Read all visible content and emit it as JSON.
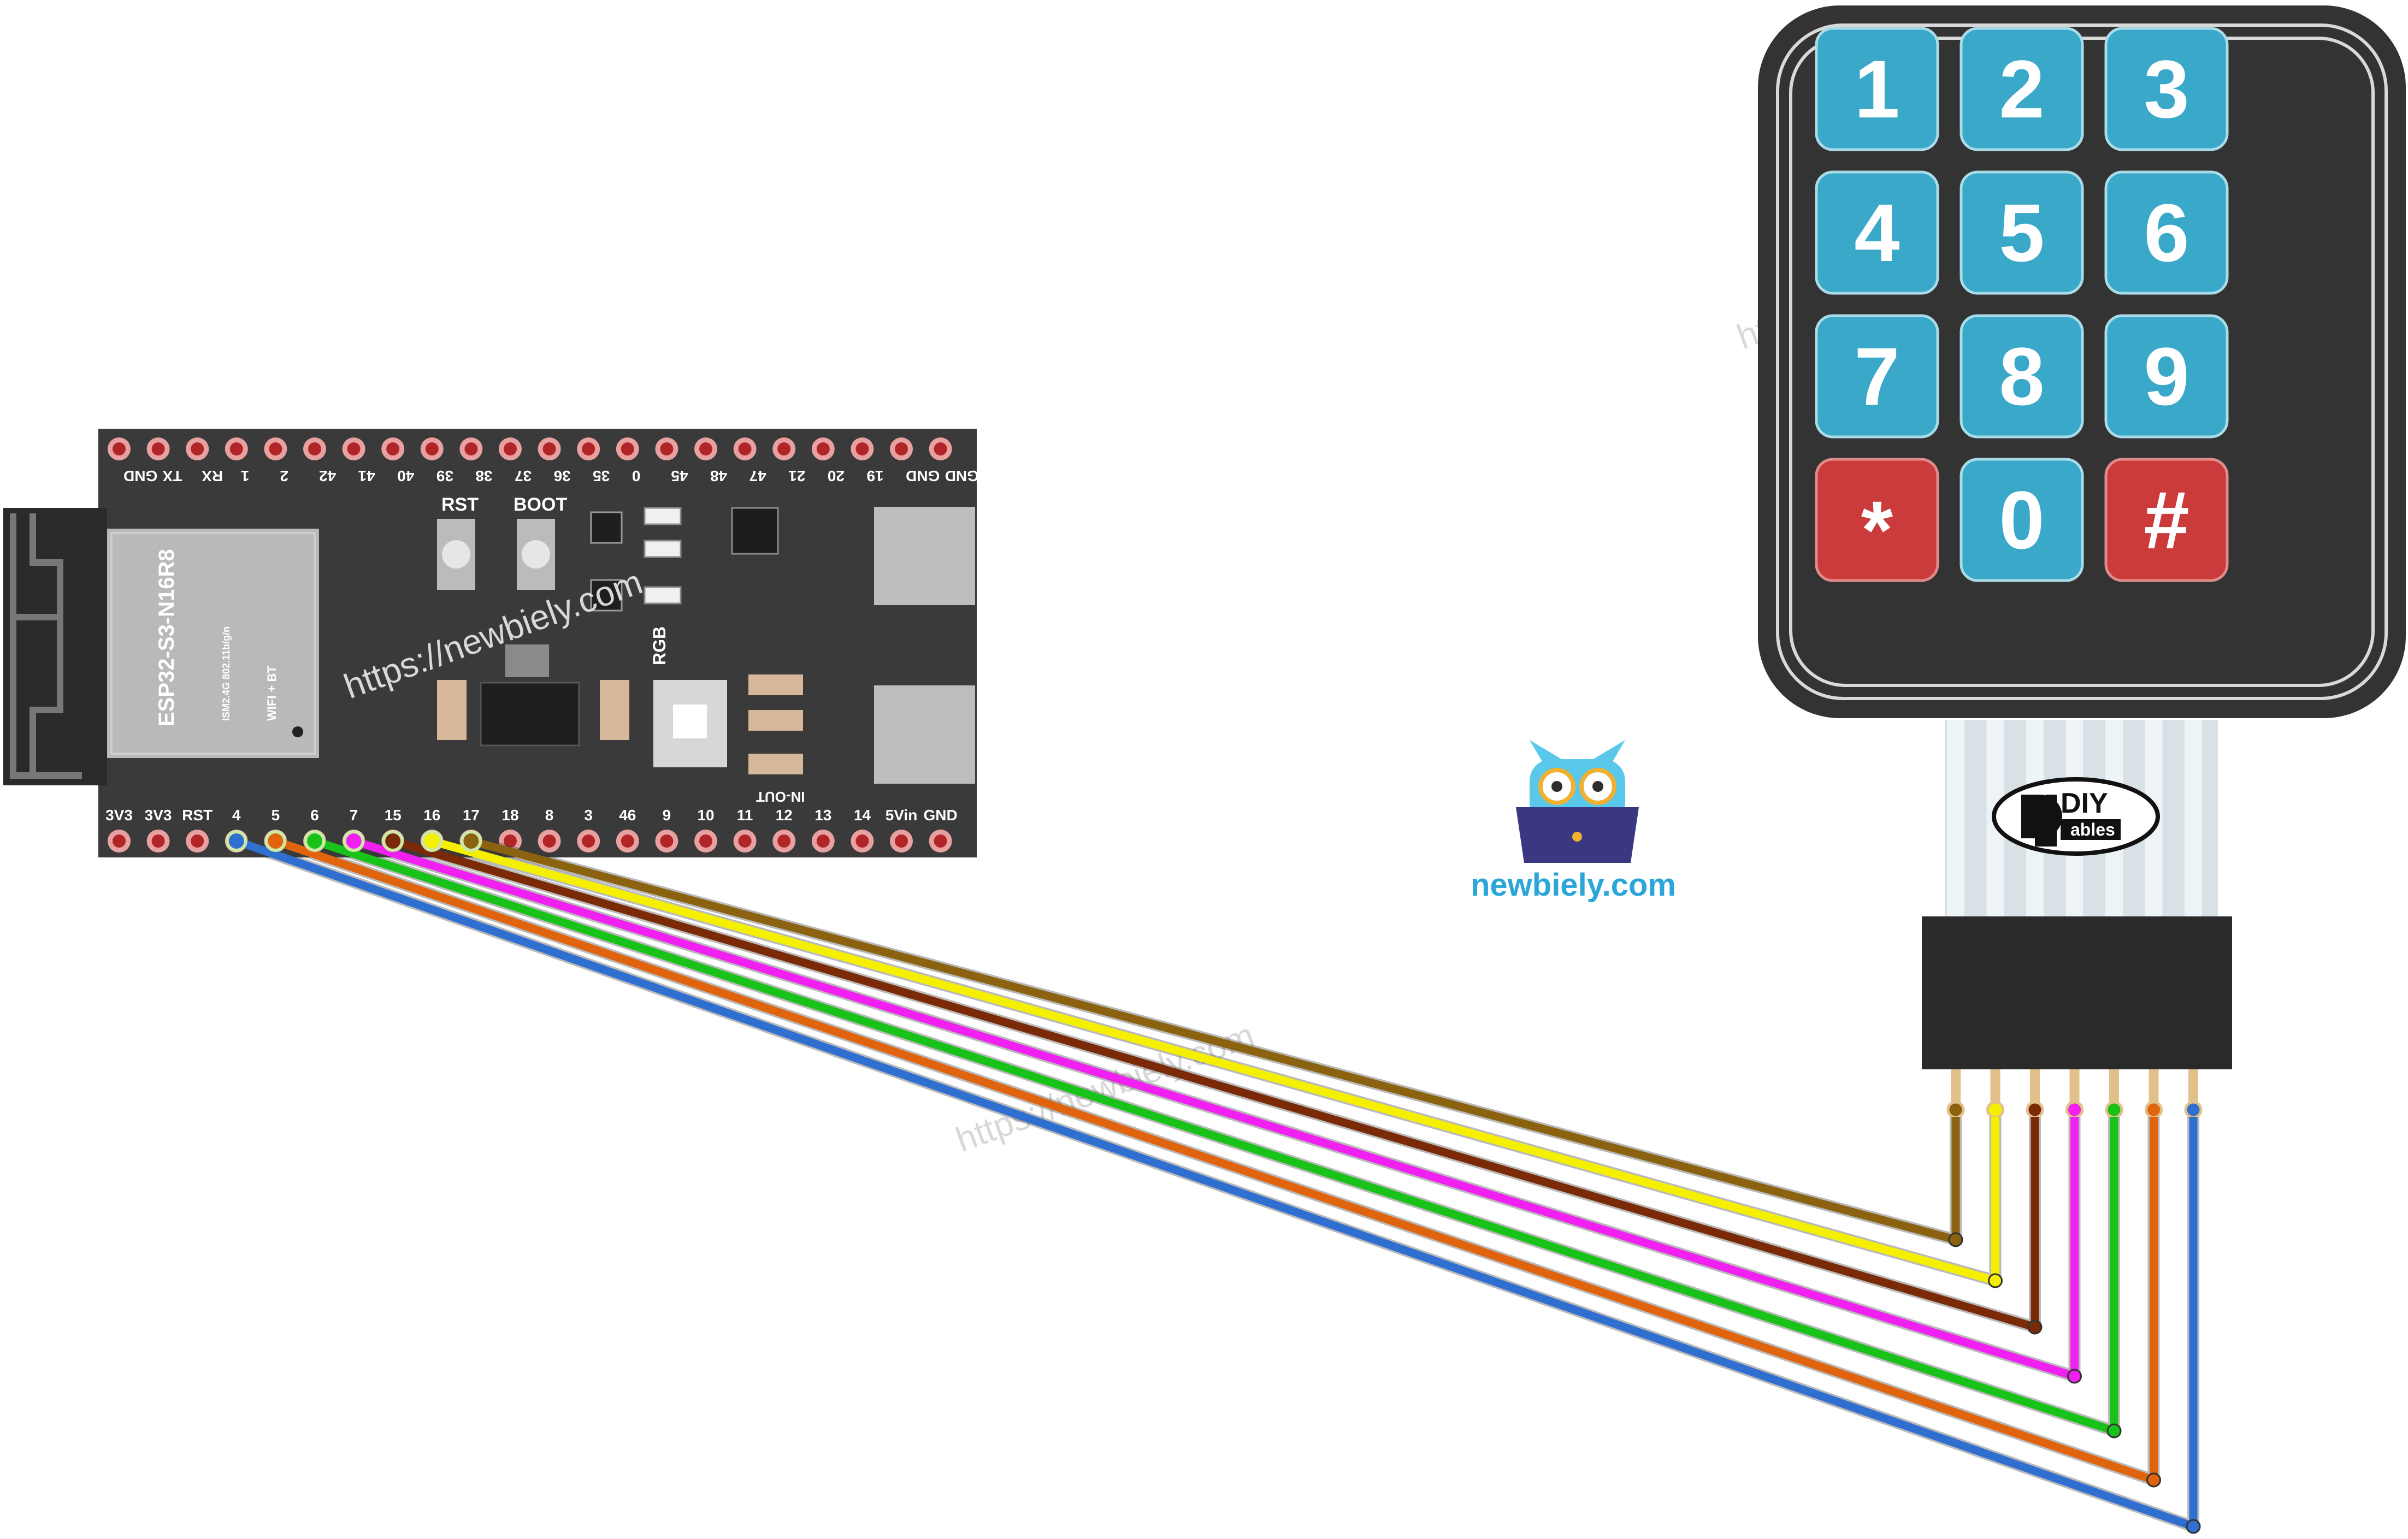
{
  "colors": {
    "board": "#3a3a3a",
    "keypad_frame": "#333333",
    "key_blue": "#3aa8c8",
    "key_red": "#cc3b3b",
    "brand_blue": "#2aa7d8"
  },
  "board": {
    "module_label": "ESP32-S3-N16R8",
    "module_sub1": "ISM2.4G 802.11b/g/n",
    "module_sub2": "WIFI + BT",
    "rst_label": "RST",
    "boot_label": "BOOT",
    "rgb_label": "RGB",
    "inout_label": "IN-OUT",
    "top_pins": [
      "GND",
      "TX",
      "RX",
      "1",
      "2",
      "42",
      "41",
      "40",
      "39",
      "38",
      "37",
      "36",
      "35",
      "0",
      "45",
      "48",
      "47",
      "21",
      "20",
      "19",
      "GND",
      "GND"
    ],
    "bottom_pins": [
      "3V3",
      "3V3",
      "RST",
      "4",
      "5",
      "6",
      "7",
      "15",
      "16",
      "17",
      "18",
      "8",
      "3",
      "46",
      "9",
      "10",
      "11",
      "12",
      "13",
      "14",
      "5Vin",
      "GND"
    ]
  },
  "keypad": {
    "keys": [
      "1",
      "2",
      "3",
      "4",
      "5",
      "6",
      "7",
      "8",
      "9",
      "*",
      "0",
      "#"
    ],
    "brand_top": "DIY",
    "brand_bottom": "ables"
  },
  "wiring": [
    {
      "board_pin": "4",
      "keypad_pin": 7,
      "color": "#2f6fd0"
    },
    {
      "board_pin": "5",
      "keypad_pin": 6,
      "color": "#e0640e"
    },
    {
      "board_pin": "6",
      "keypad_pin": 5,
      "color": "#19c219"
    },
    {
      "board_pin": "7",
      "keypad_pin": 4,
      "color": "#f020f0"
    },
    {
      "board_pin": "15",
      "keypad_pin": 3,
      "color": "#7a2a06"
    },
    {
      "board_pin": "16",
      "keypad_pin": 2,
      "color": "#f5f000"
    },
    {
      "board_pin": "17",
      "keypad_pin": 1,
      "color": "#8a6210"
    }
  ],
  "logo": {
    "site": "newbiely.com"
  },
  "watermark": "https://newbiely.com"
}
